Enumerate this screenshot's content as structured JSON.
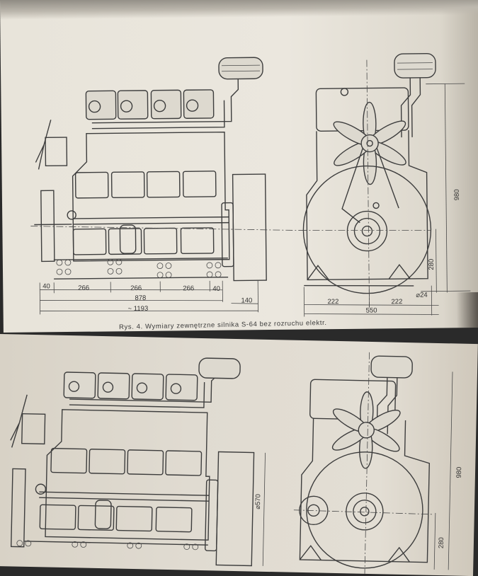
{
  "figure_top": {
    "caption": "Rys. 4. Wymiary zewnętrzne silnika S-64 bez rozruchu elektr.",
    "side_dims": [
      "40",
      "266",
      "266",
      "266",
      "40",
      "878",
      "140",
      "~ 1193"
    ],
    "front_dims": [
      "222",
      "222",
      "550",
      "⌀24"
    ],
    "vertical_dims": [
      "980",
      "280"
    ]
  },
  "figure_bottom": {
    "vertical_dims": [
      "980",
      "280",
      "⌀570"
    ]
  },
  "colors": {
    "paper": "#e6e2d8",
    "ink": "#3d3d3d",
    "background": "#2a2a2a"
  }
}
